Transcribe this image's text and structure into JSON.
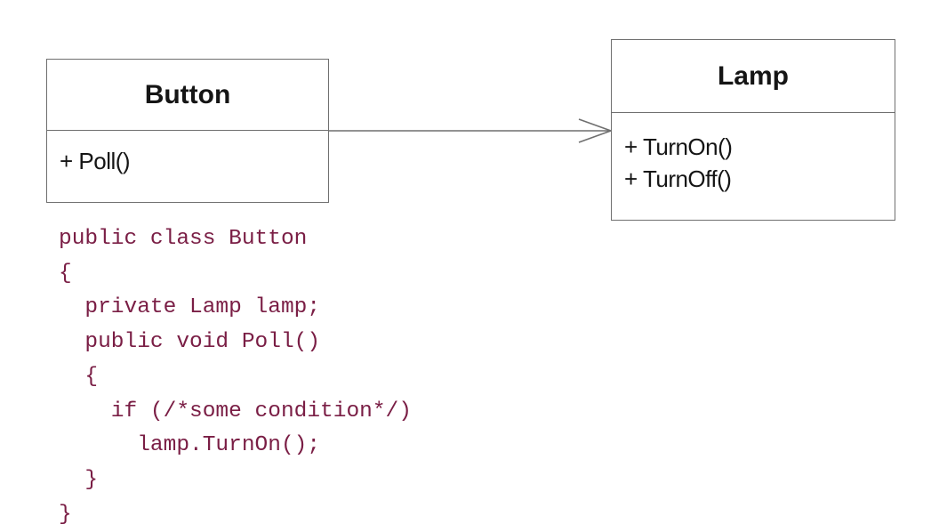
{
  "diagram": {
    "classes": [
      {
        "name": "Button",
        "operations": [
          "+ Poll()"
        ]
      },
      {
        "name": "Lamp",
        "operations": [
          "+ TurnOn()",
          "+ TurnOff()"
        ]
      }
    ],
    "association": {
      "from": "Button",
      "to": "Lamp",
      "arrowhead": "open"
    }
  },
  "code": {
    "lines": [
      "public class Button",
      "{",
      "  private Lamp lamp;",
      "  public void Poll()",
      "  {",
      "    if (/*some condition*/)",
      "      lamp.TurnOn();",
      "  }",
      "}"
    ]
  },
  "colors": {
    "code_text": "#7a1e45",
    "box_border": "#6f6f6f",
    "uml_text": "#151515"
  }
}
